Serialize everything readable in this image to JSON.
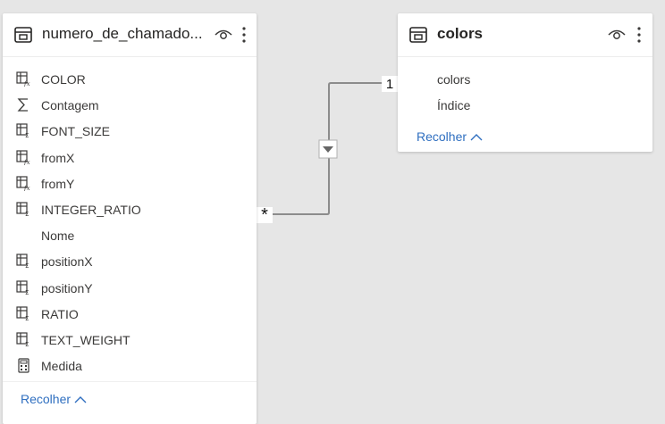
{
  "colors": {
    "canvas": "#e6e6e6",
    "card": "#ffffff",
    "line": "#7f7f7f",
    "link": "#2f6fc0",
    "text": "#3b3a39"
  },
  "left_table": {
    "title": "numero_de_chamado...",
    "icon": "table-icon",
    "fields": [
      {
        "label": "COLOR",
        "icon": "calculated-column-icon"
      },
      {
        "label": "Contagem",
        "icon": "sigma-icon"
      },
      {
        "label": "FONT_SIZE",
        "icon": "column-icon"
      },
      {
        "label": "fromX",
        "icon": "calculated-column-icon"
      },
      {
        "label": "fromY",
        "icon": "calculated-column-icon"
      },
      {
        "label": "INTEGER_RATIO",
        "icon": "column-icon"
      },
      {
        "label": "Nome",
        "icon": ""
      },
      {
        "label": "positionX",
        "icon": "column-icon"
      },
      {
        "label": "positionY",
        "icon": "column-icon"
      },
      {
        "label": "RATIO",
        "icon": "column-icon"
      },
      {
        "label": "TEXT_WEIGHT",
        "icon": "column-icon"
      },
      {
        "label": "Medida",
        "icon": "calculator-icon"
      }
    ],
    "collapse_label": "Recolher"
  },
  "right_table": {
    "title": "colors",
    "icon": "table-icon",
    "fields": [
      {
        "label": "colors"
      },
      {
        "label": "Índice"
      }
    ],
    "collapse_label": "Recolher"
  },
  "relationship": {
    "one_side": "1",
    "many_side": "*",
    "filter_direction": "single"
  }
}
